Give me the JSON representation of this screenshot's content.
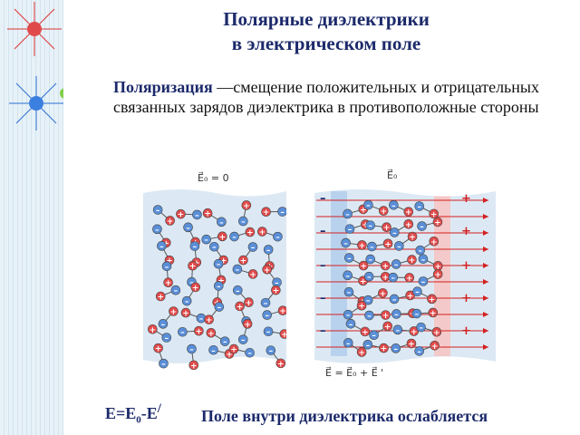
{
  "title": {
    "line1": "Полярные диэлектрики",
    "line2": "в электрическом поле"
  },
  "definition": {
    "term": "Поляризация",
    "text": " —смещение положительных и отрицательных связанных зарядов диэлектрика в противоположные стороны"
  },
  "diagram_left": {
    "label": "E⃗₀ = 0"
  },
  "diagram_right": {
    "label_top": "E⃗₀",
    "label_bottom": "E⃗ = E⃗₀ + E⃗ '"
  },
  "charges": {
    "minus": "–",
    "plus": "+"
  },
  "formula": {
    "e": "E=E",
    "sub0": "0",
    "minus_e": "-E",
    "prime": "/"
  },
  "caption": "Поле внутри диэлектрика ослабляется",
  "colors": {
    "title": "#1c2a6b",
    "plus_ball": "#e04a4a",
    "minus_ball": "#5a8fd8",
    "field_line": "#d42020"
  }
}
